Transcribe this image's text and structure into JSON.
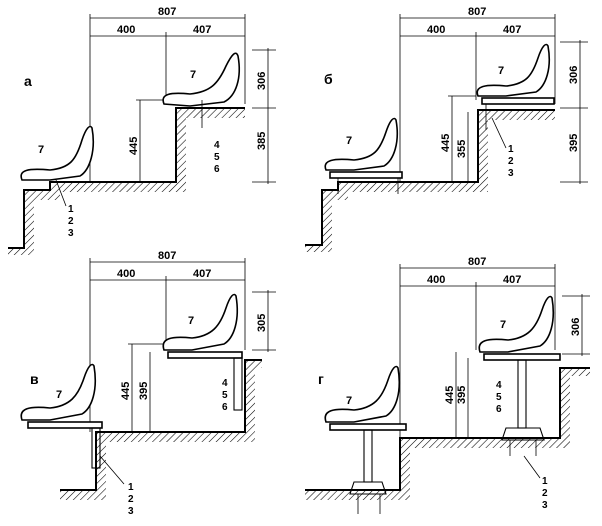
{
  "panels": [
    {
      "letter": "а",
      "dims": {
        "total": "807",
        "left": "400",
        "right": "407",
        "seat_height": "306",
        "riser": "385",
        "step": "445"
      },
      "callouts": {
        "top_seat": "7",
        "lower_seat": "7",
        "top_refs": [
          "4",
          "5",
          "6"
        ],
        "lower_refs": [
          "1",
          "2",
          "3"
        ]
      }
    },
    {
      "letter": "б",
      "dims": {
        "total": "807",
        "left": "400",
        "right": "407",
        "seat_height": "306",
        "riser": "395",
        "step": "445",
        "inner": "355"
      },
      "callouts": {
        "top_seat": "7",
        "lower_seat": "7",
        "refs": [
          "1",
          "2",
          "3"
        ]
      }
    },
    {
      "letter": "в",
      "dims": {
        "total": "807",
        "left": "400",
        "right": "407",
        "seat_height": "305",
        "riser": "395",
        "step": "445"
      },
      "callouts": {
        "top_seat": "7",
        "lower_seat": "7",
        "top_refs": [
          "4",
          "5",
          "6"
        ],
        "lower_refs": [
          "1",
          "2",
          "3"
        ]
      }
    },
    {
      "letter": "г",
      "dims": {
        "total": "807",
        "left": "400",
        "right": "407",
        "seat_height": "306",
        "riser": "395",
        "step": "445"
      },
      "callouts": {
        "top_seat": "7",
        "lower_seat": "7",
        "top_refs": [
          "4",
          "5",
          "6"
        ],
        "lower_refs": [
          "1",
          "2",
          "3"
        ]
      }
    }
  ]
}
